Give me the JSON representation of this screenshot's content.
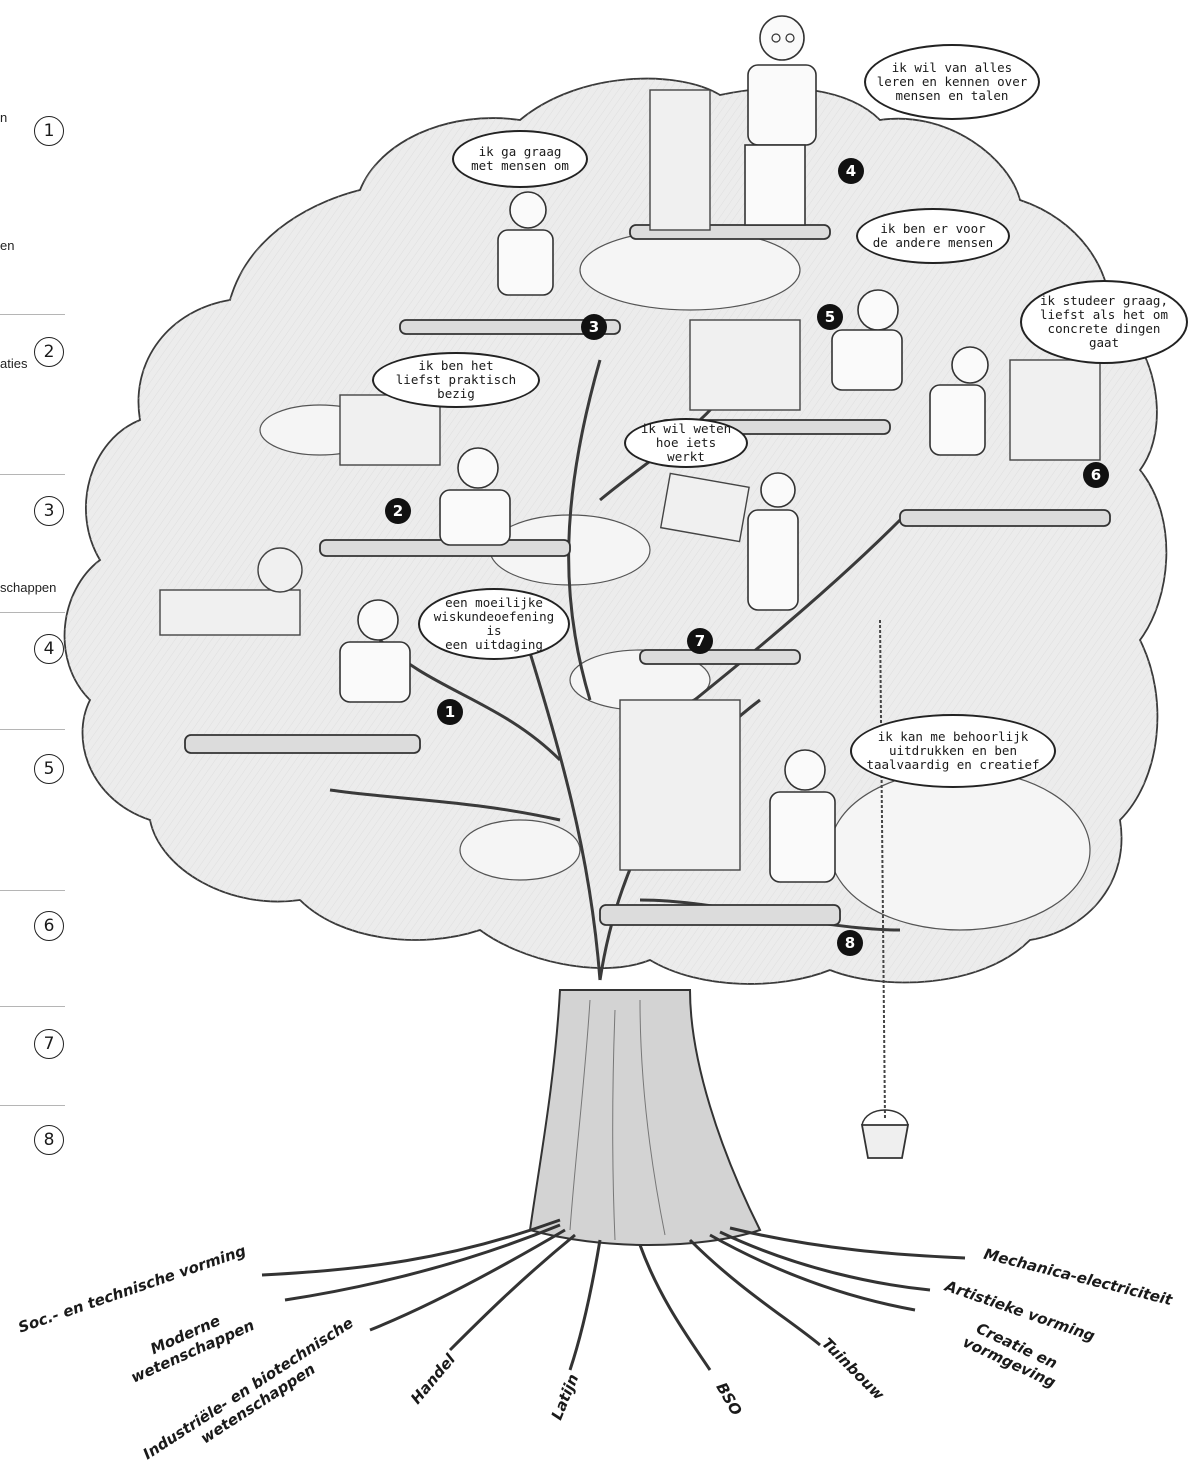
{
  "left_column": {
    "cut_text": [
      "n",
      "en",
      "aties",
      "schappen"
    ],
    "circled_numbers": [
      "1",
      "2",
      "3",
      "4",
      "5",
      "6",
      "7",
      "8"
    ]
  },
  "speech_bubbles": [
    {
      "id": "b4",
      "text": "ik wil van alles\nleren en kennen over\nmensen en talen"
    },
    {
      "id": "b3",
      "text": "ik ga graag\nmet mensen om"
    },
    {
      "id": "b5",
      "text": "ik ben er voor\nde andere mensen"
    },
    {
      "id": "b6",
      "text": "ik studeer graag,\nliefst als het om\nconcrete dingen gaat"
    },
    {
      "id": "b2",
      "text": "ik ben het\nliefst praktisch bezig"
    },
    {
      "id": "b7",
      "text": "ik wil weten\nhoe iets werkt"
    },
    {
      "id": "b1",
      "text": "een moeilijke\nwiskundeoefening is\neen uitdaging"
    },
    {
      "id": "b8",
      "text": "ik kan me behoorlijk\nuitdrukken en ben\ntaalvaardig en creatief"
    }
  ],
  "platform_markers": [
    "1",
    "2",
    "3",
    "4",
    "5",
    "6",
    "7",
    "8"
  ],
  "roots": [
    "Soc.- en technische vorming",
    "Moderne wetenschappen",
    "Industriële- en biotechnische\nwetenschappen",
    "Handel",
    "Latijn",
    "BSO",
    "Tuinbouw",
    "Creatie en vormgeving",
    "Artistieke vorming",
    "Mechanica-electriciteit"
  ]
}
